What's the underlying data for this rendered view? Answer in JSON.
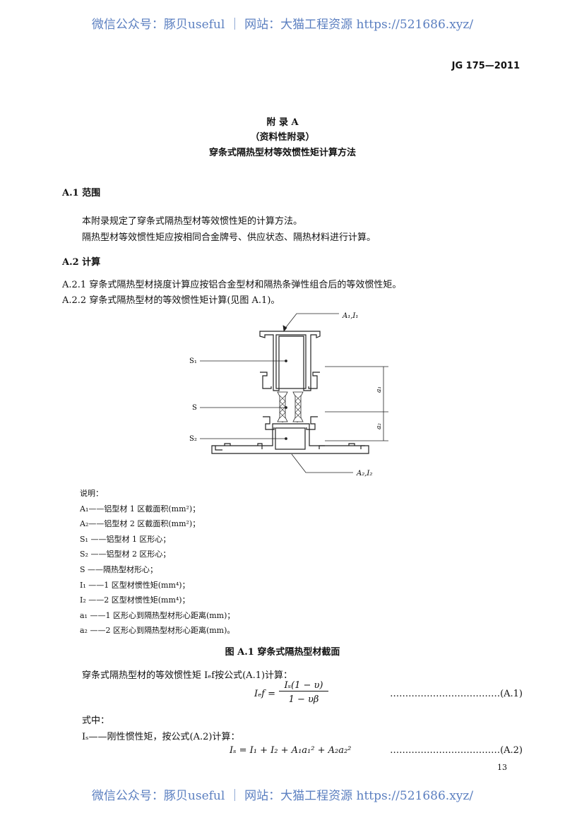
{
  "watermark": "微信公众号：豚贝useful ｜ 网站：大猫工程资源 https://521686.xyz/",
  "header": {
    "standard_no": "JG 175—2011"
  },
  "title": {
    "appendix": "附 录 A",
    "type": "（资料性附录）",
    "name": "穿条式隔热型材等效惯性矩计算方法"
  },
  "sections": {
    "a1_heading": "A.1  范围",
    "a1_p1": "本附录规定了穿条式隔热型材等效惯性矩的计算方法。",
    "a1_p2": "隔热型材等效惯性矩应按相同合金牌号、供应状态、隔热材料进行计算。",
    "a2_heading": "A.2  计算",
    "a21": "A.2.1   穿条式隔热型材挠度计算应按铝合金型材和隔热条弹性组合后的等效惯性矩。",
    "a22": "A.2.2   穿条式隔热型材的等效惯性矩计算(见图 A.1)。"
  },
  "figure": {
    "labels": {
      "a1i1": "A₁,I₁",
      "a2i2": "A₂,I₂",
      "s1": "S₁",
      "s": "S",
      "s2": "S₂",
      "dim_a1": "a₁",
      "dim_a2": "a₂"
    },
    "caption": "图 A.1   穿条式隔热型材截面"
  },
  "legend": {
    "title": "说明：",
    "items": [
      "A₁——铝型材 1 区截面积(mm²)；",
      "A₂——铝型材 2 区截面积(mm²)；",
      "S₁ ——铝型材 1 区形心；",
      "S₂ ——铝型材 2 区形心；",
      "S  ——隔热型材形心；",
      "I₁ ——1 区型材惯性矩(mm⁴)；",
      "I₂ ——2 区型材惯性矩(mm⁴)；",
      "a₁ ——1 区形心到隔热型材形心距离(mm)；",
      "a₂ ——2 区形心到隔热型材形心距离(mm)。"
    ]
  },
  "formulas": {
    "intro": "穿条式隔热型材的等效惯性矩 Iₑf按公式(A.1)计算：",
    "a1_lhs": "Iₑf =",
    "a1_num": "Iₛ(1 − υ)",
    "a1_den": "1 − υβ",
    "a1_tag": "………………………………(A.1)",
    "where": "式中：",
    "is_def": "Iₛ——刚性惯性矩，按公式(A.2)计算：",
    "a2_expr": "Iₛ = I₁ + I₂ + A₁a₁² + A₂a₂²",
    "a2_tag": "………………………………(A.2)"
  },
  "page_number": "13"
}
